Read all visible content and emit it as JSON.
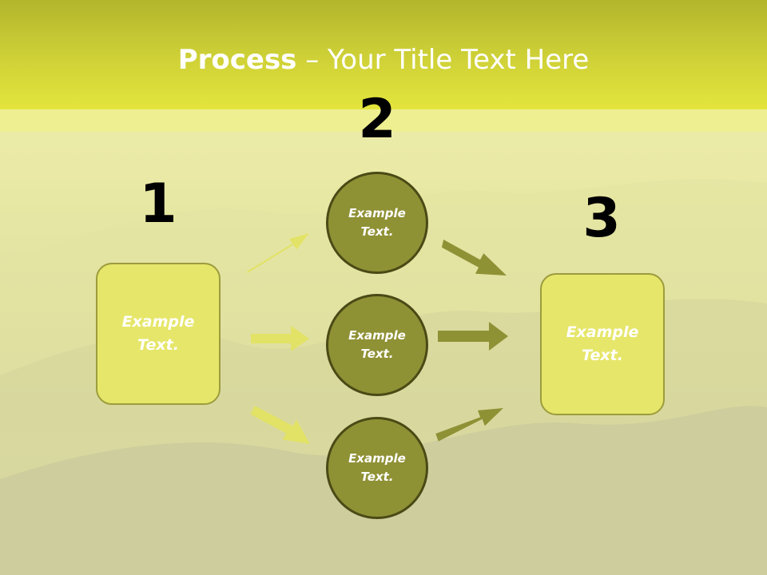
{
  "title": {
    "bold": "Process",
    "rest": " – Your Title Text Here"
  },
  "steps": {
    "one": "1",
    "two": "2",
    "three": "3"
  },
  "left_box": {
    "line1": "Example",
    "line2": "Text."
  },
  "right_box": {
    "line1": "Example",
    "line2": "Text."
  },
  "circles": [
    {
      "line1": "Example",
      "line2": "Text."
    },
    {
      "line1": "Example",
      "line2": "Text."
    },
    {
      "line1": "Example",
      "line2": "Text."
    }
  ],
  "colors": {
    "title_bar": "#cbcd36",
    "box_fill": "#e6e66a",
    "circle_fill": "#8f9135",
    "left_arrow": "#e2e266",
    "right_arrow": "#8f9135"
  }
}
